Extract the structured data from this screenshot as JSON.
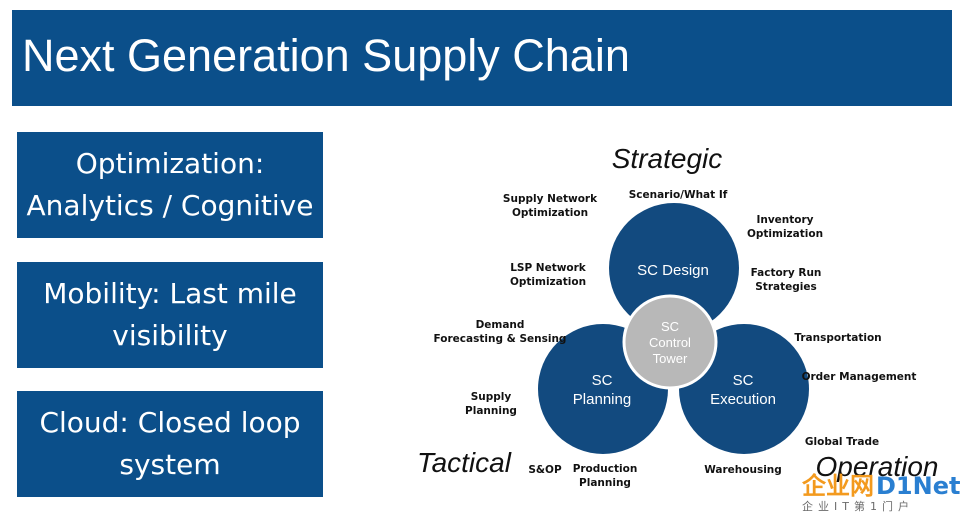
{
  "title": "Next Generation Supply Chain",
  "boxes": [
    {
      "line1": "Optimization:",
      "line2": "Analytics / Cognitive"
    },
    {
      "line1": "Mobility: Last mile",
      "line2": "visibility"
    },
    {
      "line1": "Cloud: Closed loop",
      "line2": "system"
    }
  ],
  "diagram": {
    "headings": {
      "strategic": "Strategic",
      "tactical": "Tactical",
      "operation": "Operation"
    },
    "circles": {
      "design": "SC Design",
      "planning": [
        "SC",
        "Planning"
      ],
      "execution": [
        "SC",
        "Execution"
      ],
      "tower": [
        "SC",
        "Control",
        "Tower"
      ]
    },
    "labels": {
      "supply_network_opt": [
        "Supply Network",
        "Optimization"
      ],
      "scenario": "Scenario/What If",
      "inventory_opt": [
        "Inventory",
        "Optimization"
      ],
      "lsp_network_opt": [
        "LSP Network",
        "Optimization"
      ],
      "factory_run": [
        "Factory Run",
        "Strategies"
      ],
      "demand": [
        "Demand",
        "Forecasting & Sensing"
      ],
      "transportation": "Transportation",
      "order_mgmt": "Order Management",
      "supply_planning": [
        "Supply",
        "Planning"
      ],
      "global_trade": "Global Trade",
      "sop": "S&OP",
      "production_planning": [
        "Production",
        "Planning"
      ],
      "warehousing": "Warehousing"
    }
  },
  "watermark": {
    "left": "企业网",
    "right": "D1Net",
    "sub": "企业IT第1门户"
  },
  "colors": {
    "primary": "#0b4f8a",
    "circle": "#124a7f",
    "tower": "#b8b8b8"
  }
}
